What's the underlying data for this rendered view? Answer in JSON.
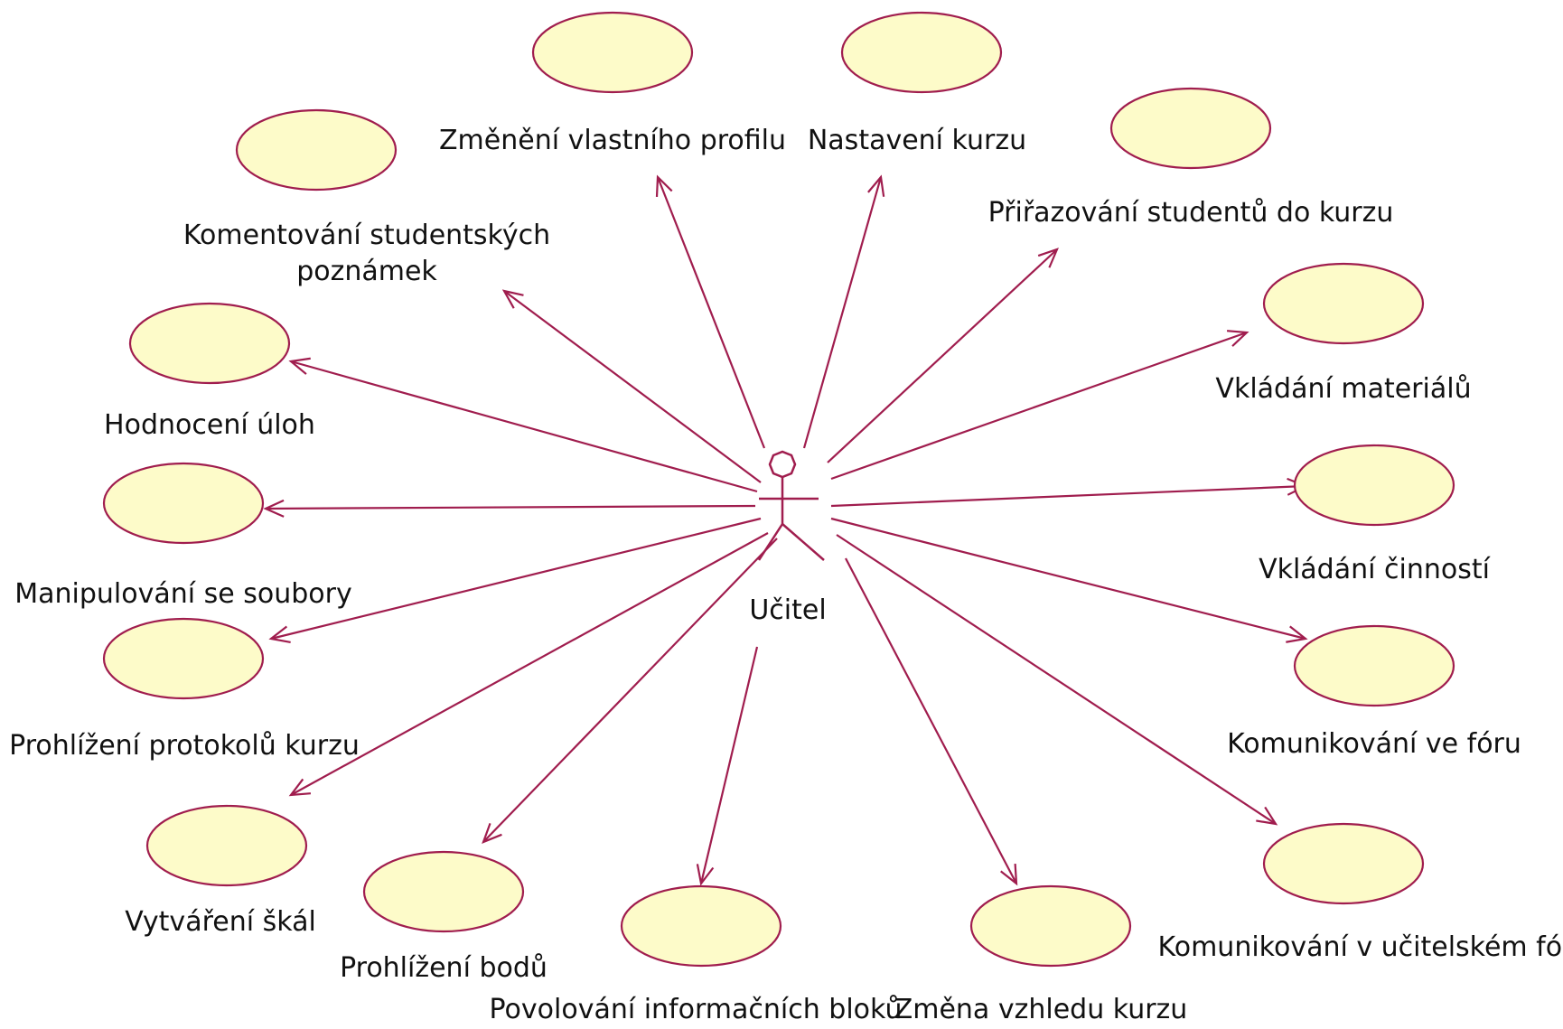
{
  "diagram": {
    "actor": {
      "label": "Učitel"
    },
    "colors": {
      "line": "#a01d4e",
      "ellipse_fill": "#fdfbc9",
      "ellipse_stroke": "#a01d4e",
      "text": "#111111"
    },
    "use_cases": [
      {
        "id": "zmeneni-vlastniho-profilu",
        "lines": [
          "Změnění vlastního profilu"
        ]
      },
      {
        "id": "nastaveni-kurzu",
        "lines": [
          "Nastavení kurzu"
        ]
      },
      {
        "id": "prirazovani-studentu",
        "lines": [
          "Přiřazování studentů do kurzu"
        ]
      },
      {
        "id": "komentovani-poznamek",
        "lines": [
          "Komentování studentských",
          "poznámek"
        ]
      },
      {
        "id": "hodnoceni-uloh",
        "lines": [
          "Hodnocení úloh"
        ]
      },
      {
        "id": "vkladani-materialu",
        "lines": [
          "Vkládání materiálů"
        ]
      },
      {
        "id": "manipulovani-se-soubory",
        "lines": [
          "Manipulování se soubory"
        ]
      },
      {
        "id": "vkladani-cinnosti",
        "lines": [
          "Vkládání činností"
        ]
      },
      {
        "id": "prohlizeni-protokolu",
        "lines": [
          "Prohlížení protokolů kurzu"
        ]
      },
      {
        "id": "komunikovani-ve-foru",
        "lines": [
          "Komunikování ve fóru"
        ]
      },
      {
        "id": "vytvareni-skal",
        "lines": [
          "Vytváření škál"
        ]
      },
      {
        "id": "prohlizeni-bodu",
        "lines": [
          "Prohlížení bodů"
        ]
      },
      {
        "id": "povolovani-bloku",
        "lines": [
          "Povolování informačních bloků"
        ]
      },
      {
        "id": "zmena-vzhledu",
        "lines": [
          "Změna vzhledu kurzu"
        ]
      },
      {
        "id": "komunikovani-ucitelske-forum",
        "lines": [
          "Komunikování v učitelském fóru"
        ]
      }
    ]
  }
}
